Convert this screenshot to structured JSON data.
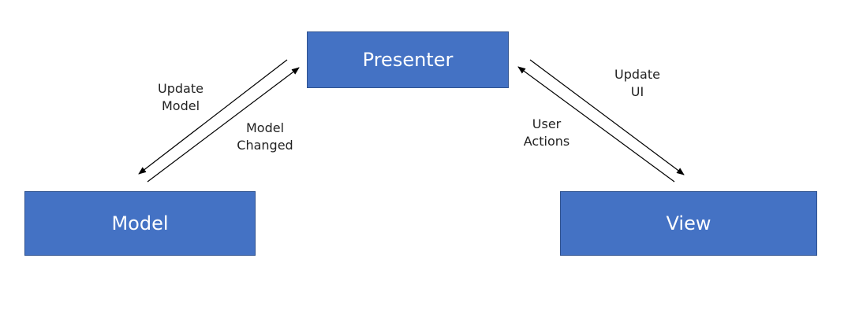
{
  "diagram": {
    "nodes": {
      "presenter": "Presenter",
      "model": "Model",
      "view": "View"
    },
    "edges": {
      "update_model": [
        "Update",
        "Model"
      ],
      "model_changed": [
        "Model",
        "Changed"
      ],
      "user_actions": [
        "User",
        "Actions"
      ],
      "update_ui": [
        "Update",
        "UI"
      ]
    }
  },
  "colors": {
    "box_fill": "#4472C4",
    "box_border": "#2F528F",
    "box_text": "#ffffff",
    "arrow": "#000000"
  }
}
